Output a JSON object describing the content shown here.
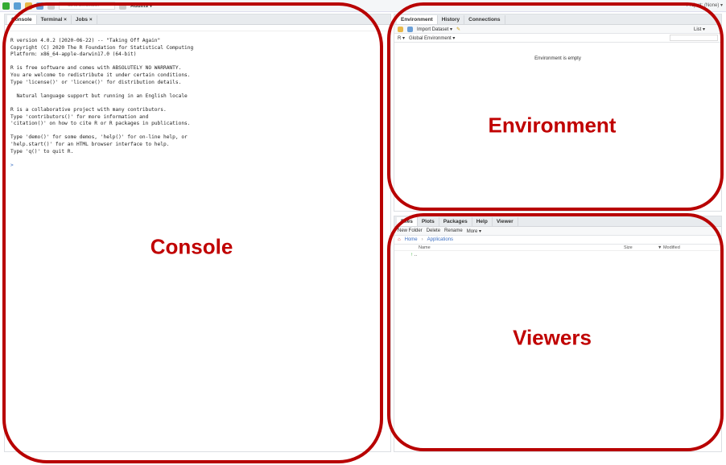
{
  "toolbar": {
    "goto_placeholder": "Go to file/function",
    "addins": "Addins ▾",
    "project": "Project: (None) ▾"
  },
  "console": {
    "tabs": [
      "Console",
      "Terminal ×",
      "Jobs ×"
    ],
    "lines": [
      "R version 4.0.2 (2020-06-22) -- \"Taking Off Again\"",
      "Copyright (C) 2020 The R Foundation for Statistical Computing",
      "Platform: x86_64-apple-darwin17.0 (64-bit)",
      "",
      "R is free software and comes with ABSOLUTELY NO WARRANTY.",
      "You are welcome to redistribute it under certain conditions.",
      "Type 'license()' or 'licence()' for distribution details.",
      "",
      "  Natural language support but running in an English locale",
      "",
      "R is a collaborative project with many contributors.",
      "Type 'contributors()' for more information and",
      "'citation()' on how to cite R or R packages in publications.",
      "",
      "Type 'demo()' for some demos, 'help()' for on-line help, or",
      "'help.start()' for an HTML browser interface to help.",
      "Type 'q()' to quit R."
    ],
    "prompt": ">"
  },
  "environment": {
    "tabs": [
      "Environment",
      "History",
      "Connections"
    ],
    "import": "Import Dataset ▾",
    "list": "List ▾",
    "r": "R ▾",
    "scope": "Global Environment ▾",
    "empty": "Environment is empty"
  },
  "files": {
    "tabs": [
      "Files",
      "Plots",
      "Packages",
      "Help",
      "Viewer"
    ],
    "new_folder": "New Folder",
    "delete": "Delete",
    "rename": "Rename",
    "more": "More ▾",
    "crumbs": [
      "Home",
      "Applications"
    ],
    "columns": [
      "Name",
      "Size",
      "▼ Modified"
    ],
    "up": ".."
  },
  "annotations": {
    "console": "Console",
    "environment": "Environment",
    "viewers": "Viewers"
  }
}
